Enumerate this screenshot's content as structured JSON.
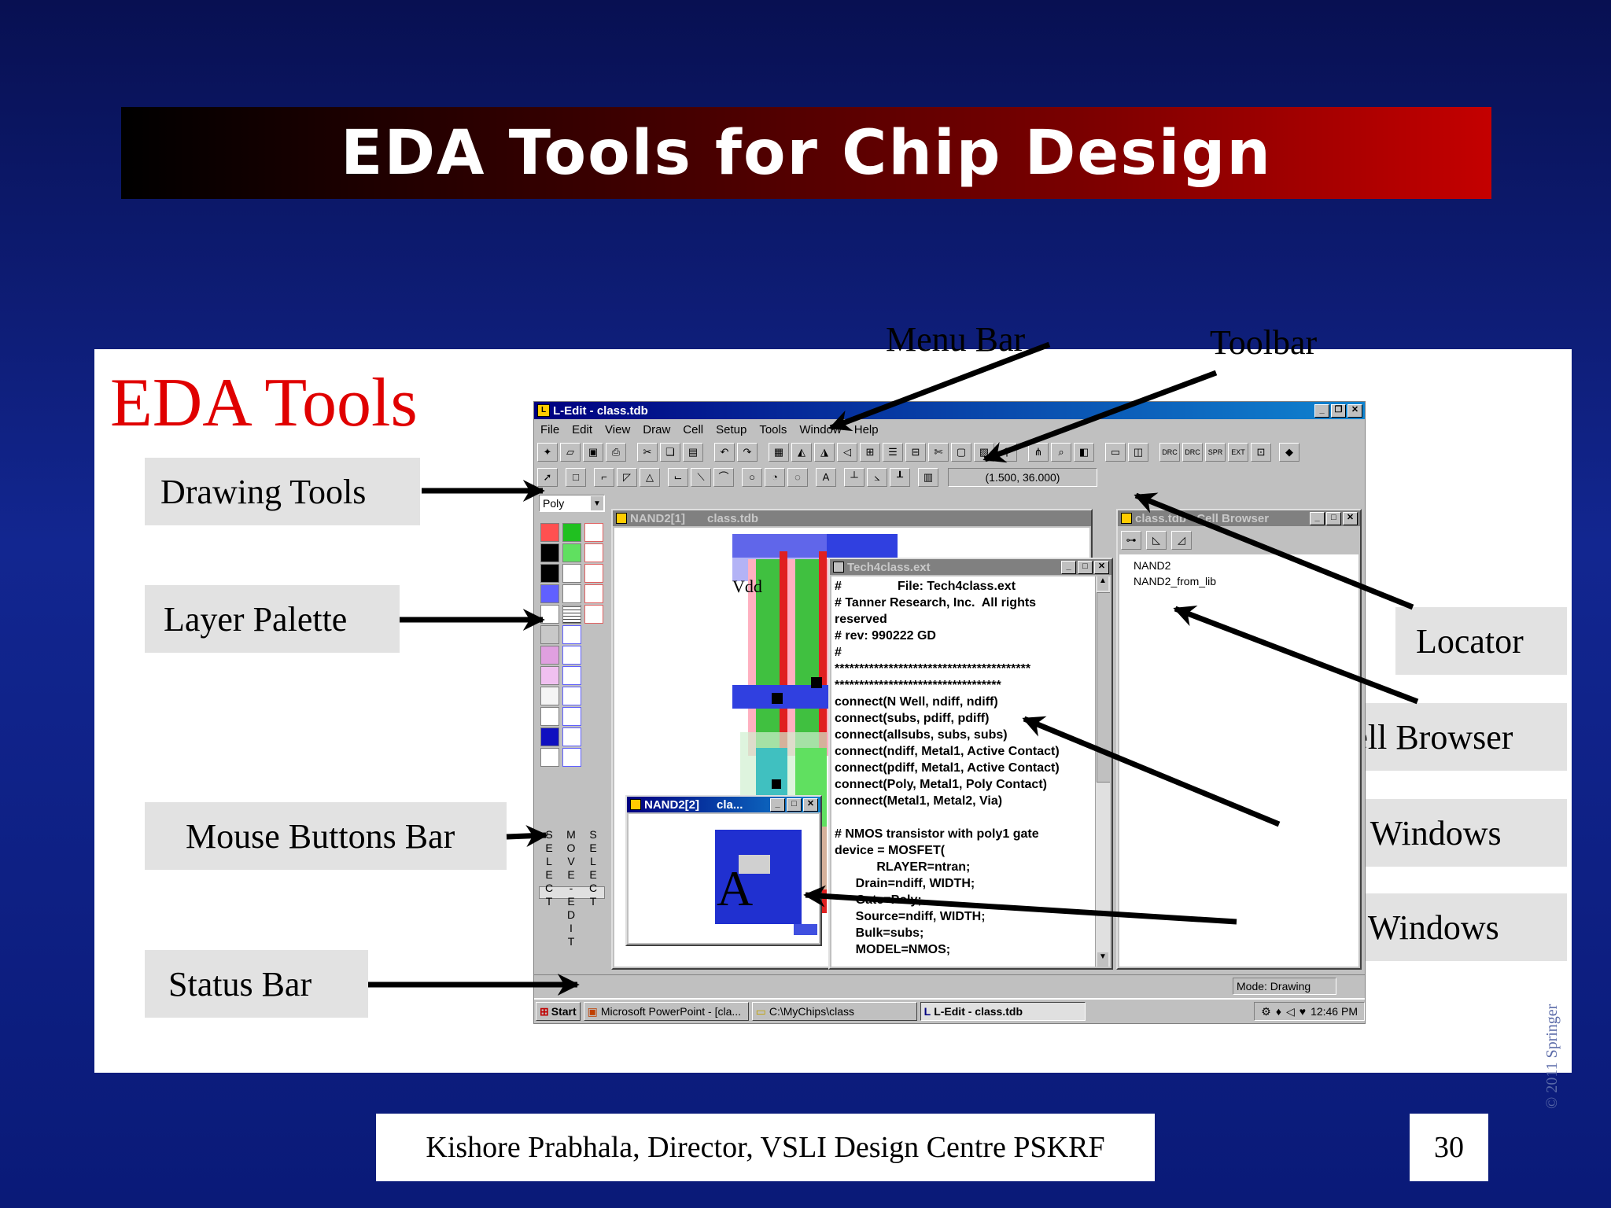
{
  "slide": {
    "title": "EDA Tools for Chip Design",
    "heading": "EDA Tools",
    "footer": "Kishore Prabhala, Director, VSLI Design Centre PSKRF",
    "page_number": "30",
    "copyright": "© 2011 Springer"
  },
  "callouts": {
    "menu_bar": "Menu Bar",
    "toolbar": "Toolbar",
    "drawing_tools": "Drawing Tools",
    "layer_palette": "Layer Palette",
    "mouse_buttons_bar": "Mouse Buttons Bar",
    "status_bar": "Status Bar",
    "locator": "Locator",
    "cell_browser": "Cell Browser",
    "text_windows": "Text Windows",
    "layout_windows": "Layout Windows"
  },
  "ledit": {
    "title": "L-Edit - class.tdb",
    "menu": [
      "File",
      "Edit",
      "View",
      "Draw",
      "Cell",
      "Setup",
      "Tools",
      "Window",
      "Help"
    ],
    "layer_select": "Poly",
    "locator": "(1.500, 36.000)",
    "mouse_buttons": [
      "S\nE\nL\nE\nC\nT",
      "M\nO\nV\nE\n-\nE\nD\nI\nT",
      "S\nE\nL\nE\nC\nT"
    ],
    "layout_window_1": {
      "title": "NAND2[1]",
      "file": "class.tdb",
      "label_vdd": "Vdd"
    },
    "layout_window_2": {
      "title": "NAND2[2]",
      "file": "cla..."
    },
    "text_window": {
      "title": "Tech4class.ext",
      "lines": [
        "#                File: Tech4class.ext",
        "# Tanner Research, Inc.  All rights",
        "reserved",
        "# rev: 990222 GD",
        "#",
        "****************************************",
        "**********************************",
        "connect(N Well, ndiff, ndiff)",
        "connect(subs, pdiff, pdiff)",
        "connect(allsubs, subs, subs)",
        "connect(ndiff, Metal1, Active Contact)",
        "connect(pdiff, Metal1, Active Contact)",
        "connect(Poly, Metal1, Poly Contact)",
        "connect(Metal1, Metal2, Via)",
        "",
        "# NMOS transistor with poly1 gate",
        "device = MOSFET(",
        "            RLAYER=ntran;",
        "      Drain=ndiff, WIDTH;",
        "      Gate=Poly;",
        "      Source=ndiff, WIDTH;",
        "      Bulk=subs;",
        "      MODEL=NMOS;"
      ]
    },
    "cell_browser": {
      "title": "class.tdb - Cell Browser",
      "cells": [
        "NAND2",
        "NAND2_from_lib"
      ]
    },
    "status": "Mode: Drawing",
    "taskbar": {
      "start": "Start",
      "tasks": [
        "Microsoft PowerPoint - [cla...",
        "C:\\MyChips\\class",
        "L-Edit - class.tdb"
      ],
      "clock": "12:46 PM"
    }
  }
}
